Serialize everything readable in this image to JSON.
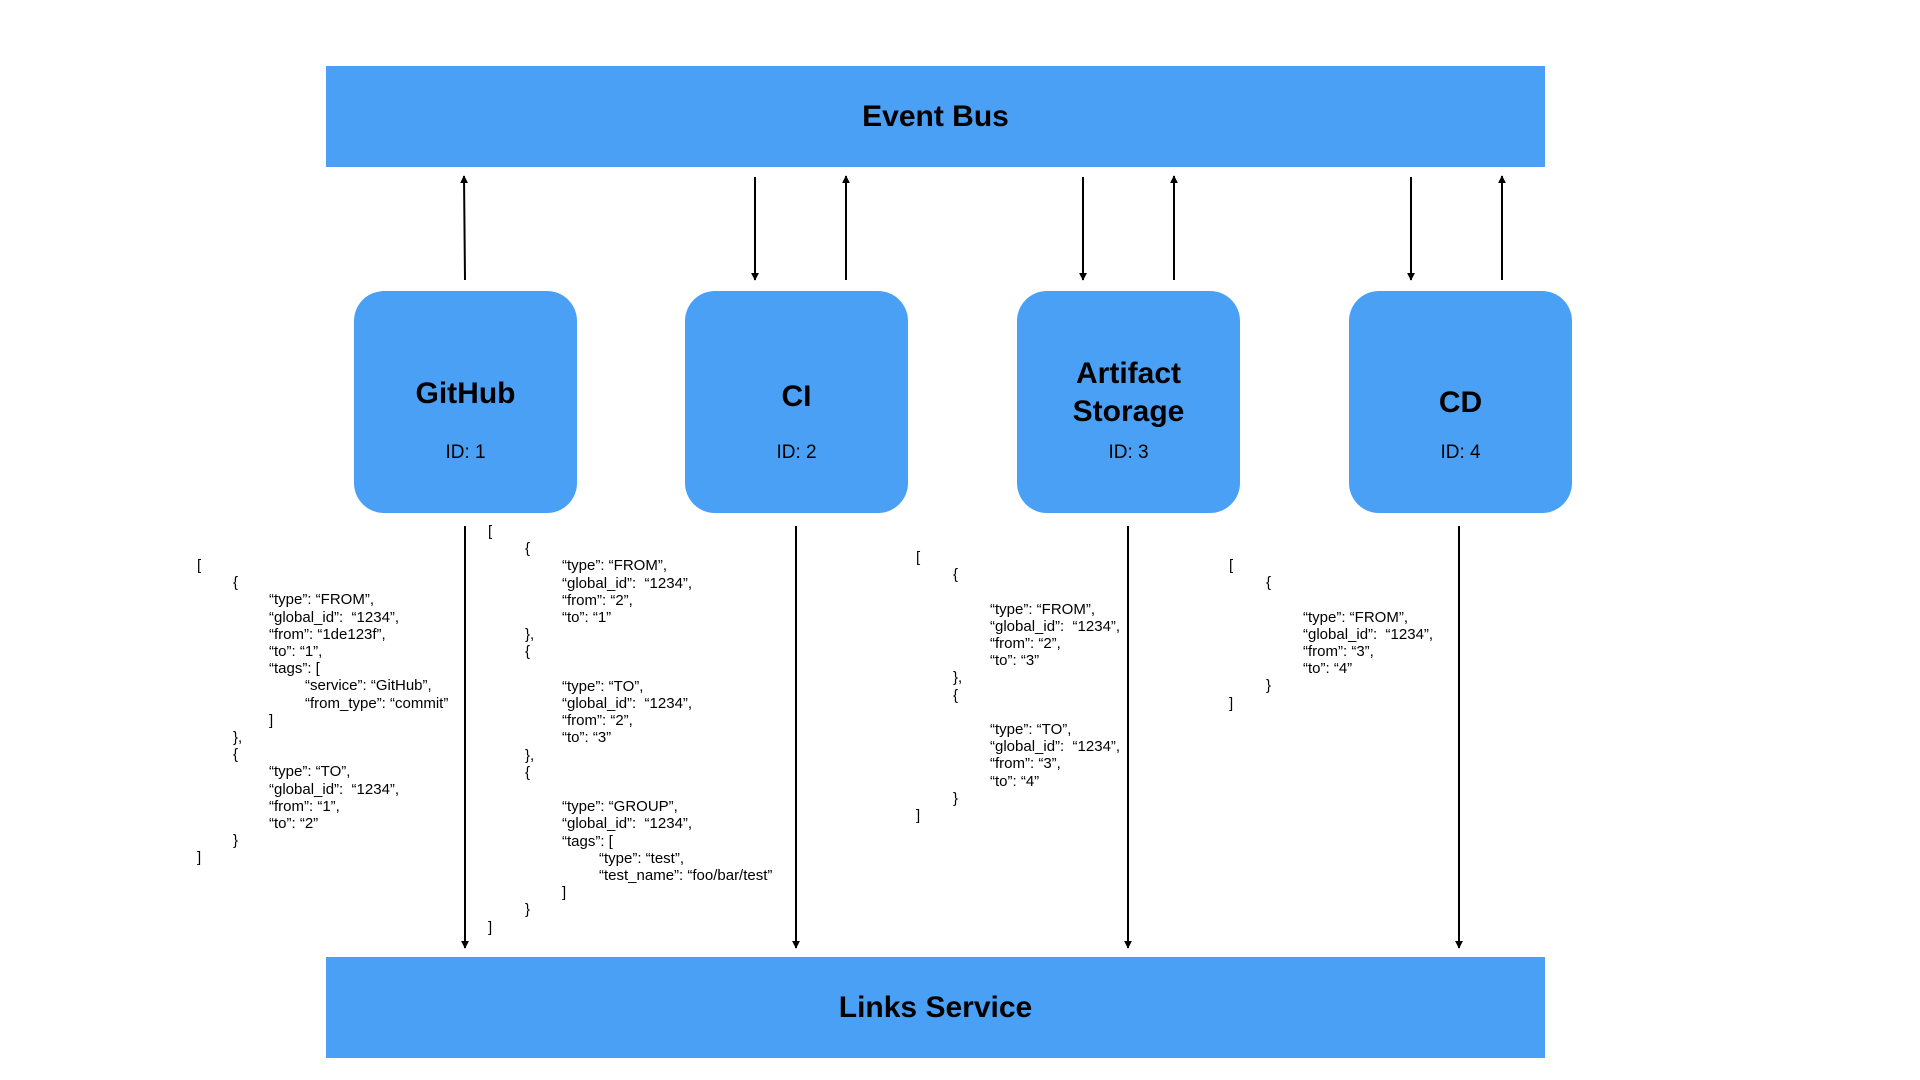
{
  "event_bus": {
    "label": "Event Bus"
  },
  "links_service": {
    "label": "Links Service"
  },
  "services": [
    {
      "name_lines": [
        "GitHub"
      ],
      "id_label": "ID: 1"
    },
    {
      "name_lines": [
        "CI"
      ],
      "id_label": "ID: 2"
    },
    {
      "name_lines": [
        "Artifact",
        "Storage"
      ],
      "id_label": "ID: 3"
    },
    {
      "name_lines": [
        "CD"
      ],
      "id_label": "ID: 4"
    }
  ],
  "payloads": [
    "[\n\t{\n\t\t“type”: “FROM”,\n\t\t“global_id”:  “1234”,\n\t\t“from”: “1de123f”,\n\t\t“to”: “1”,\n\t\t“tags”: [\n\t\t\t“service”: “GitHub”,\n\t\t\t“from_type”: “commit”\n\t\t]\n\t},\n\t{\n\t\t“type”: “TO”,\n\t\t“global_id”:  “1234”,\n\t\t“from”: “1”,\n\t\t“to”: “2”\n\t}\n]",
    "[\n\t{\n\t\t“type”: “FROM”,\n\t\t“global_id”:  “1234”,\n\t\t“from”: “2”,\n\t\t“to”: “1”\n\t},\n\t{\n\n\t\t“type”: “TO”,\n\t\t“global_id”:  “1234”,\n\t\t“from”: “2”,\n\t\t“to”: “3”\n\t},\n\t{\n\n\t\t“type”: “GROUP”,\n\t\t“global_id”:  “1234”,\n\t\t“tags”: [\n\t\t\t“type”: “test”,\n\t\t\t“test_name”: “foo/bar/test”\n\t\t]\n\t}\n]",
    "[\n\t{\n\n\t\t“type”: “FROM”,\n\t\t“global_id”:  “1234”,\n\t\t“from”: “2”,\n\t\t“to”: “3”\n\t},\n\t{\n\n\t\t“type”: “TO”,\n\t\t“global_id”:  “1234”,\n\t\t“from”: “3”,\n\t\t“to”: “4”\n\t}\n]",
    "[\n\t{\n\n\t\t“type”: “FROM”,\n\t\t“global_id”:  “1234”,\n\t\t“from”: “3”,\n\t\t“to”: “4”\n\t}\n]"
  ]
}
